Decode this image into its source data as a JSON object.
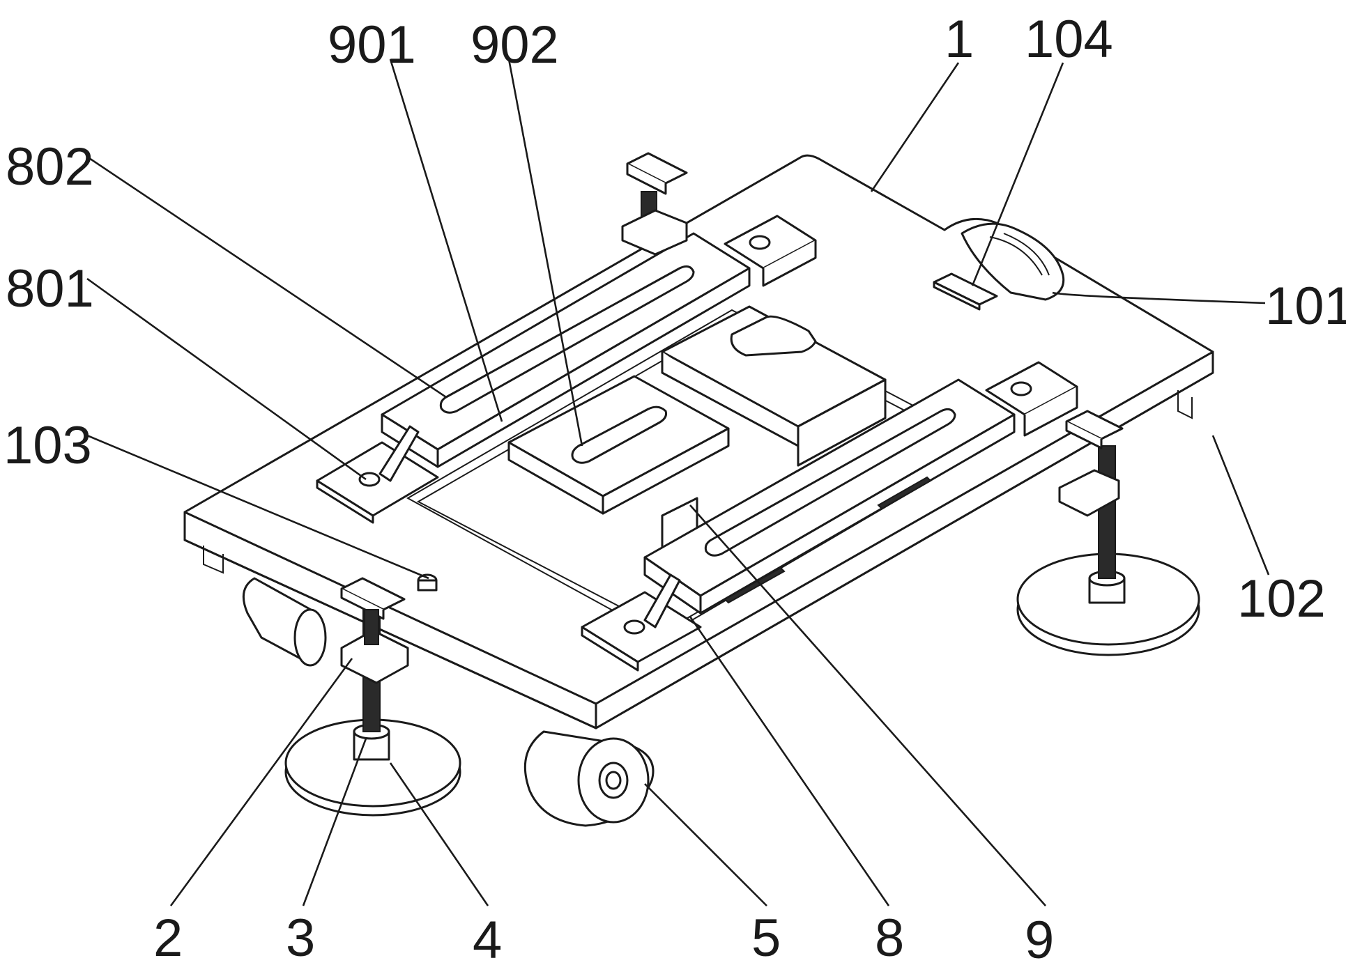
{
  "labels": {
    "l1": "1",
    "l2": "2",
    "l3": "3",
    "l4": "4",
    "l5": "5",
    "l8": "8",
    "l9": "9",
    "l101": "101",
    "l102": "102",
    "l103": "103",
    "l104": "104",
    "l801": "801",
    "l802": "802",
    "l901": "901",
    "l902": "902"
  }
}
